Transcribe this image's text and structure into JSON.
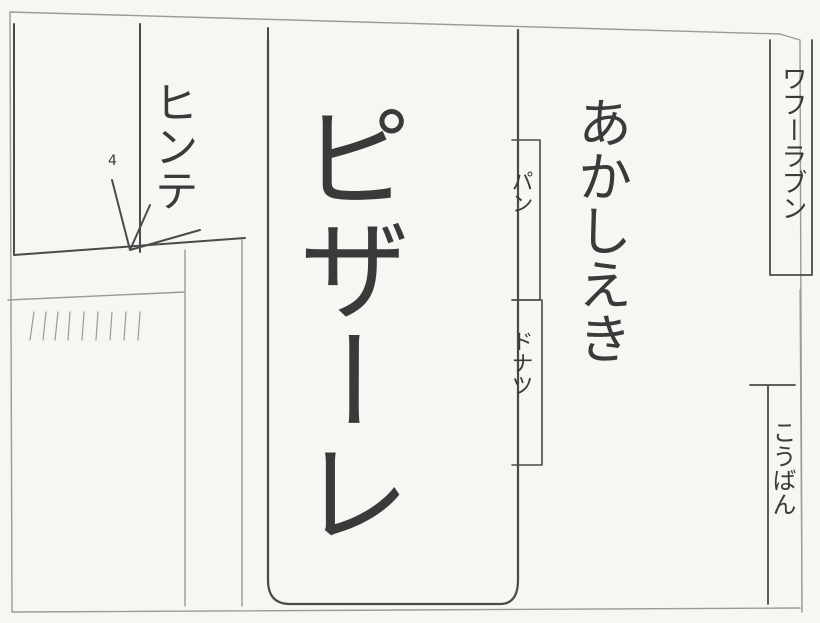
{
  "labels": {
    "hintai": "ヒンテ",
    "pizzeria": "ピザーレ",
    "akashieki": "あかしえき",
    "pan": "パン",
    "donatsu": "ドナツ",
    "wafuupan": "ワフーラブン",
    "kouban": "こうばん"
  },
  "annotation": {
    "small_mark": "4"
  }
}
